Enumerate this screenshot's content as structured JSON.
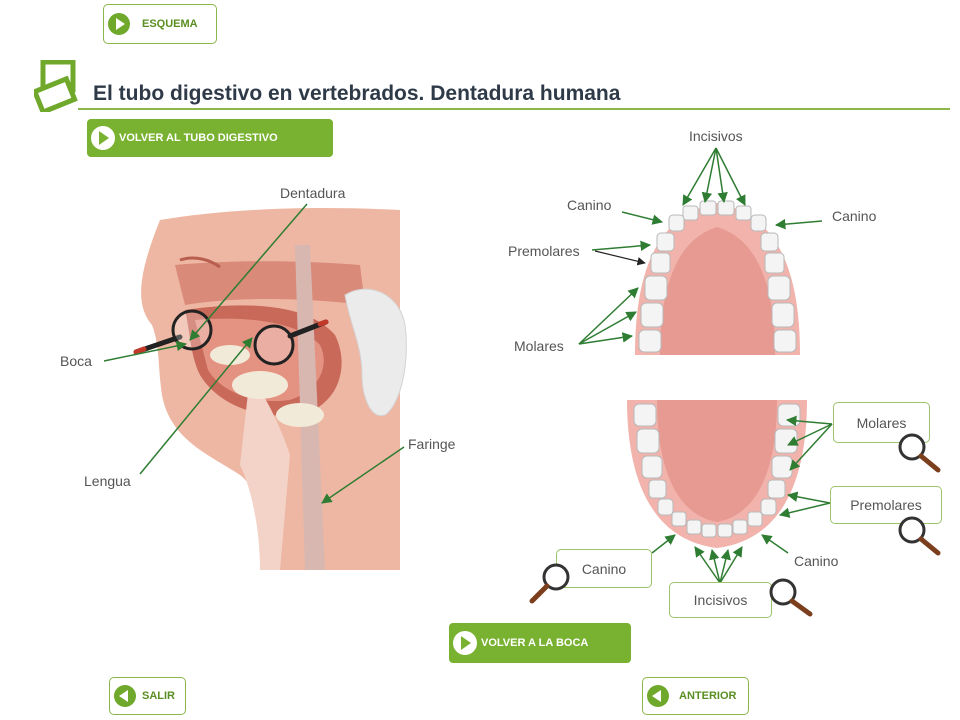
{
  "nav": {
    "esquema": "ESQUEMA",
    "volver_tubo": "VOLVER AL TUBO DIGESTIVO",
    "volver_boca": "VOLVER A LA BOCA",
    "salir": "SALIR",
    "anterior": "ANTERIOR"
  },
  "page": {
    "title": "El tubo digestivo en vertebrados. Dentadura humana"
  },
  "head_diagram": {
    "dentadura": "Dentadura",
    "boca": "Boca",
    "lengua": "Lengua",
    "faringe": "Faringe"
  },
  "upper_jaw": {
    "incisivos": "Incisivos",
    "canino_left": "Canino",
    "canino_right": "Canino",
    "premolares": "Premolares",
    "molares": "Molares"
  },
  "lower_jaw": {
    "molares": "Molares",
    "premolares": "Premolares",
    "canino_right": "Canino",
    "canino_left": "Canino",
    "incisivos": "Incisivos"
  },
  "colors": {
    "accent": "#79b231",
    "title": "#2f3a48",
    "tissue": "#e9a58f",
    "gum": "#f0b0a8"
  }
}
